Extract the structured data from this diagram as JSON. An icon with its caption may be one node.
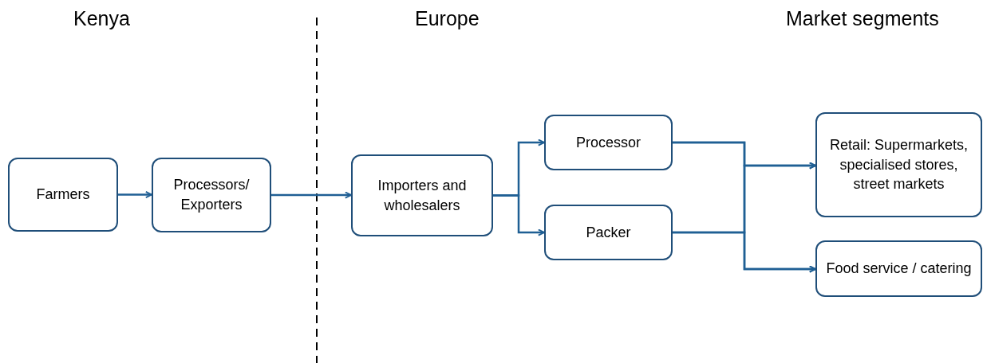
{
  "diagram": {
    "nodes": [
      {
        "text": [
          "Farmers"
        ]
      },
      {
        "text": [
          "Processors/ Exporters"
        ]
      },
      {
        "text": [
          "Importers and wholesalers"
        ]
      },
      {
        "text": [
          "Processor"
        ]
      },
      {
        "text": [
          "Packer"
        ]
      },
      {
        "text": [
          "Retail: Supermarkets, specialised stores, street markets"
        ]
      },
      {
        "text": [
          "Food service / catering"
        ]
      }
    ],
    "edges": [
      {
        "from": 0,
        "to": 1,
        "arrow": "to"
      },
      {
        "from": 1,
        "to": 2,
        "arrow": "to"
      },
      {
        "from": 2,
        "to": 3,
        "arrow": "to"
      },
      {
        "from": 2,
        "to": 4,
        "arrow": "to"
      },
      {
        "from": 3,
        "to": 5,
        "arrow": "to"
      },
      {
        "from": 3,
        "to": 6,
        "arrow": "to"
      },
      {
        "from": 4,
        "to": 5,
        "arrow": "to"
      },
      {
        "from": 4,
        "to": 6,
        "arrow": "to"
      }
    ],
    "labels": [
      "Kenya",
      "Europe",
      "Market segments"
    ]
  }
}
